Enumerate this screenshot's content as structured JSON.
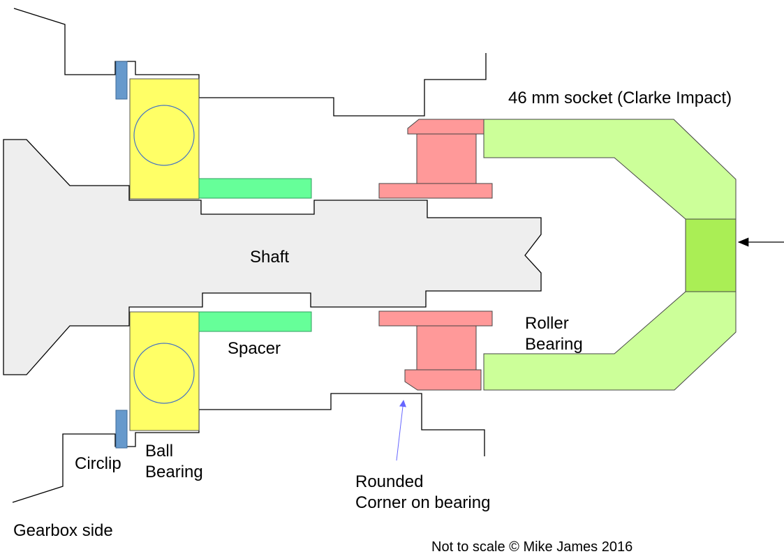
{
  "labels": {
    "socket": "46 mm socket (Clarke Impact)",
    "shaft": "Shaft",
    "spacer": "Spacer",
    "roller_line1": "Roller",
    "roller_line2": "Bearing",
    "circlip": "Circlip",
    "ball_line1": "Ball",
    "ball_line2": "Bearing",
    "rounded_line1": "Rounded",
    "rounded_line2": "Corner on bearing",
    "gearbox": "Gearbox side",
    "copyright": "Not to scale © Mike James 2016"
  },
  "colors": {
    "shaft": "#eeeeee",
    "ball_bearing": "#ffff66",
    "ball_stroke": "#4472c4",
    "spacer": "#66ff99",
    "roller_bearing": "#ff9999",
    "socket": "#ccff99",
    "socket_center": "#aaee55",
    "circlip": "#6699cc",
    "annotation_arrow": "#6666ff"
  }
}
